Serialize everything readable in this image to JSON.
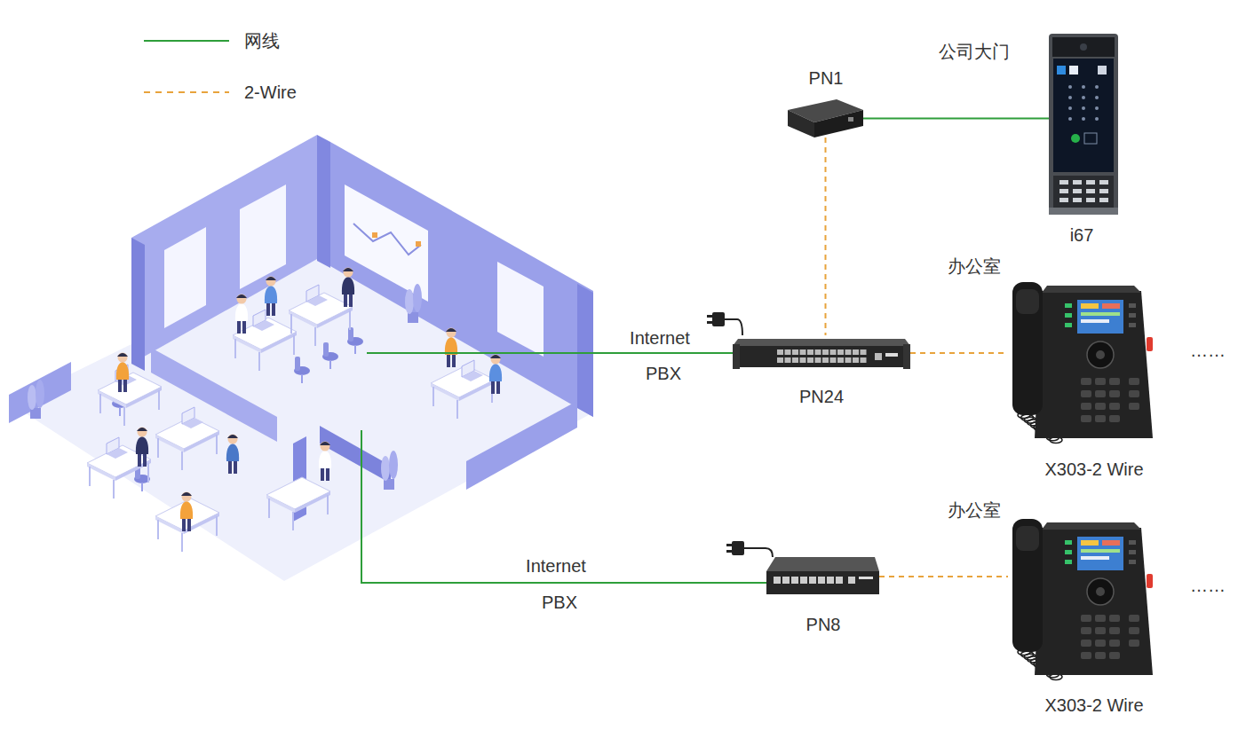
{
  "diagram": {
    "nodes": [
      {
        "text": [
          "PN1"
        ]
      },
      {
        "text": [
          "公司大门",
          "i67"
        ]
      },
      {
        "text": [
          "PN24"
        ]
      },
      {
        "text": [
          "办公室",
          "X303-2 Wire"
        ]
      },
      {
        "text": [
          "PN8"
        ]
      },
      {
        "text": [
          "办公室",
          "X303-2 Wire"
        ]
      }
    ],
    "edges": [
      {
        "from": 0,
        "to": 1,
        "arrow": "none"
      },
      {
        "from": 0,
        "to": 2,
        "arrow": "none"
      },
      {
        "from": 2,
        "to": 3,
        "arrow": "none"
      },
      {
        "from": 4,
        "to": 5,
        "arrow": "none"
      }
    ],
    "labels": [
      "Internet",
      "PBX",
      "Internet",
      "PBX",
      "……",
      "……"
    ],
    "legend": [
      {
        "text": "网线"
      },
      {
        "text": "2-Wire"
      }
    ]
  }
}
